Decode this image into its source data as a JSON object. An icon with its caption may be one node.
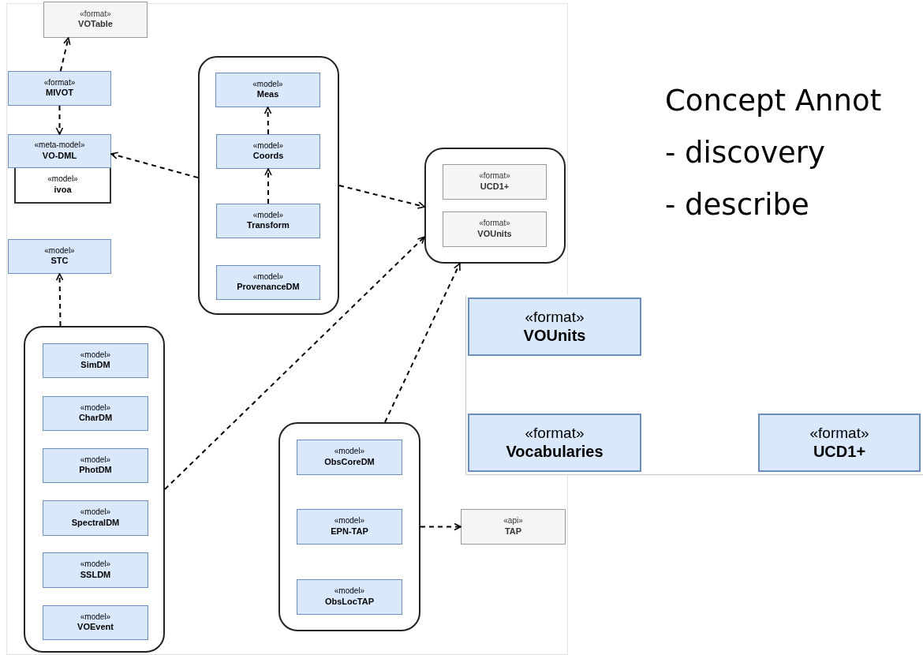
{
  "diagram": {
    "nodes": [
      {
        "text": [
          "«format»",
          "VOTable"
        ]
      },
      {
        "text": [
          "«format»",
          "MIVOT"
        ]
      },
      {
        "text": [
          "«meta-model»",
          "VO-DML"
        ]
      },
      {
        "text": [
          "«model»",
          "ivoa"
        ]
      },
      {
        "text": [
          "«model»",
          "STC"
        ]
      },
      {
        "text": [],
        "shape": "box"
      },
      {
        "text": [
          "«model»",
          "Meas"
        ],
        "in": 5
      },
      {
        "text": [
          "«model»",
          "Coords"
        ],
        "in": 5
      },
      {
        "text": [
          "«model»",
          "Transform"
        ],
        "in": 5
      },
      {
        "text": [
          "«model»",
          "ProvenanceDM"
        ],
        "in": 5
      },
      {
        "text": [],
        "shape": "box"
      },
      {
        "text": [
          "«format»",
          "UCD1+"
        ],
        "in": 10
      },
      {
        "text": [
          "«format»",
          "VOUnits"
        ],
        "in": 10
      },
      {
        "text": [],
        "shape": "box"
      },
      {
        "text": [
          "«model»",
          "SimDM"
        ],
        "in": 13
      },
      {
        "text": [
          "«model»",
          "CharDM"
        ],
        "in": 13
      },
      {
        "text": [
          "«model»",
          "PhotDM"
        ],
        "in": 13
      },
      {
        "text": [
          "«model»",
          "SpectralDM"
        ],
        "in": 13
      },
      {
        "text": [
          "«model»",
          "SSLDM"
        ],
        "in": 13
      },
      {
        "text": [
          "«model»",
          "VOEvent"
        ],
        "in": 13
      },
      {
        "text": [],
        "shape": "box"
      },
      {
        "text": [
          "«model»",
          "ObsCoreDM"
        ],
        "in": 20
      },
      {
        "text": [
          "«model»",
          "EPN-TAP"
        ],
        "in": 20
      },
      {
        "text": [
          "«model»",
          "ObsLocTAP"
        ],
        "in": 20
      },
      {
        "text": [
          "«api»",
          "TAP"
        ]
      },
      {
        "text": [
          "«format»",
          "VOUnits"
        ]
      },
      {
        "text": [
          "«format»",
          "Vocabularies"
        ]
      },
      {
        "text": [
          "«format»",
          "UCD1+"
        ]
      }
    ],
    "edges": [
      {
        "from": 1,
        "to": 0,
        "arrow": "to",
        "style": "dashed"
      },
      {
        "from": 1,
        "to": 2,
        "arrow": "to",
        "style": "dashed"
      },
      {
        "from": 5,
        "to": 2,
        "arrow": "to",
        "style": "dashed"
      },
      {
        "from": 7,
        "to": 6,
        "arrow": "to",
        "style": "dashed"
      },
      {
        "from": 8,
        "to": 7,
        "arrow": "to",
        "style": "dashed"
      },
      {
        "from": 5,
        "to": 10,
        "arrow": "to",
        "style": "dashed"
      },
      {
        "from": 13,
        "to": 4,
        "arrow": "to",
        "style": "dashed"
      },
      {
        "from": 13,
        "to": 10,
        "arrow": "to",
        "style": "dashed"
      },
      {
        "from": 20,
        "to": 10,
        "arrow": "to",
        "style": "dashed"
      },
      {
        "from": 20,
        "to": 24,
        "arrow": "to",
        "style": "dashed"
      }
    ],
    "labels": [
      "Concept Annot",
      "- discovery",
      "- describe"
    ]
  }
}
